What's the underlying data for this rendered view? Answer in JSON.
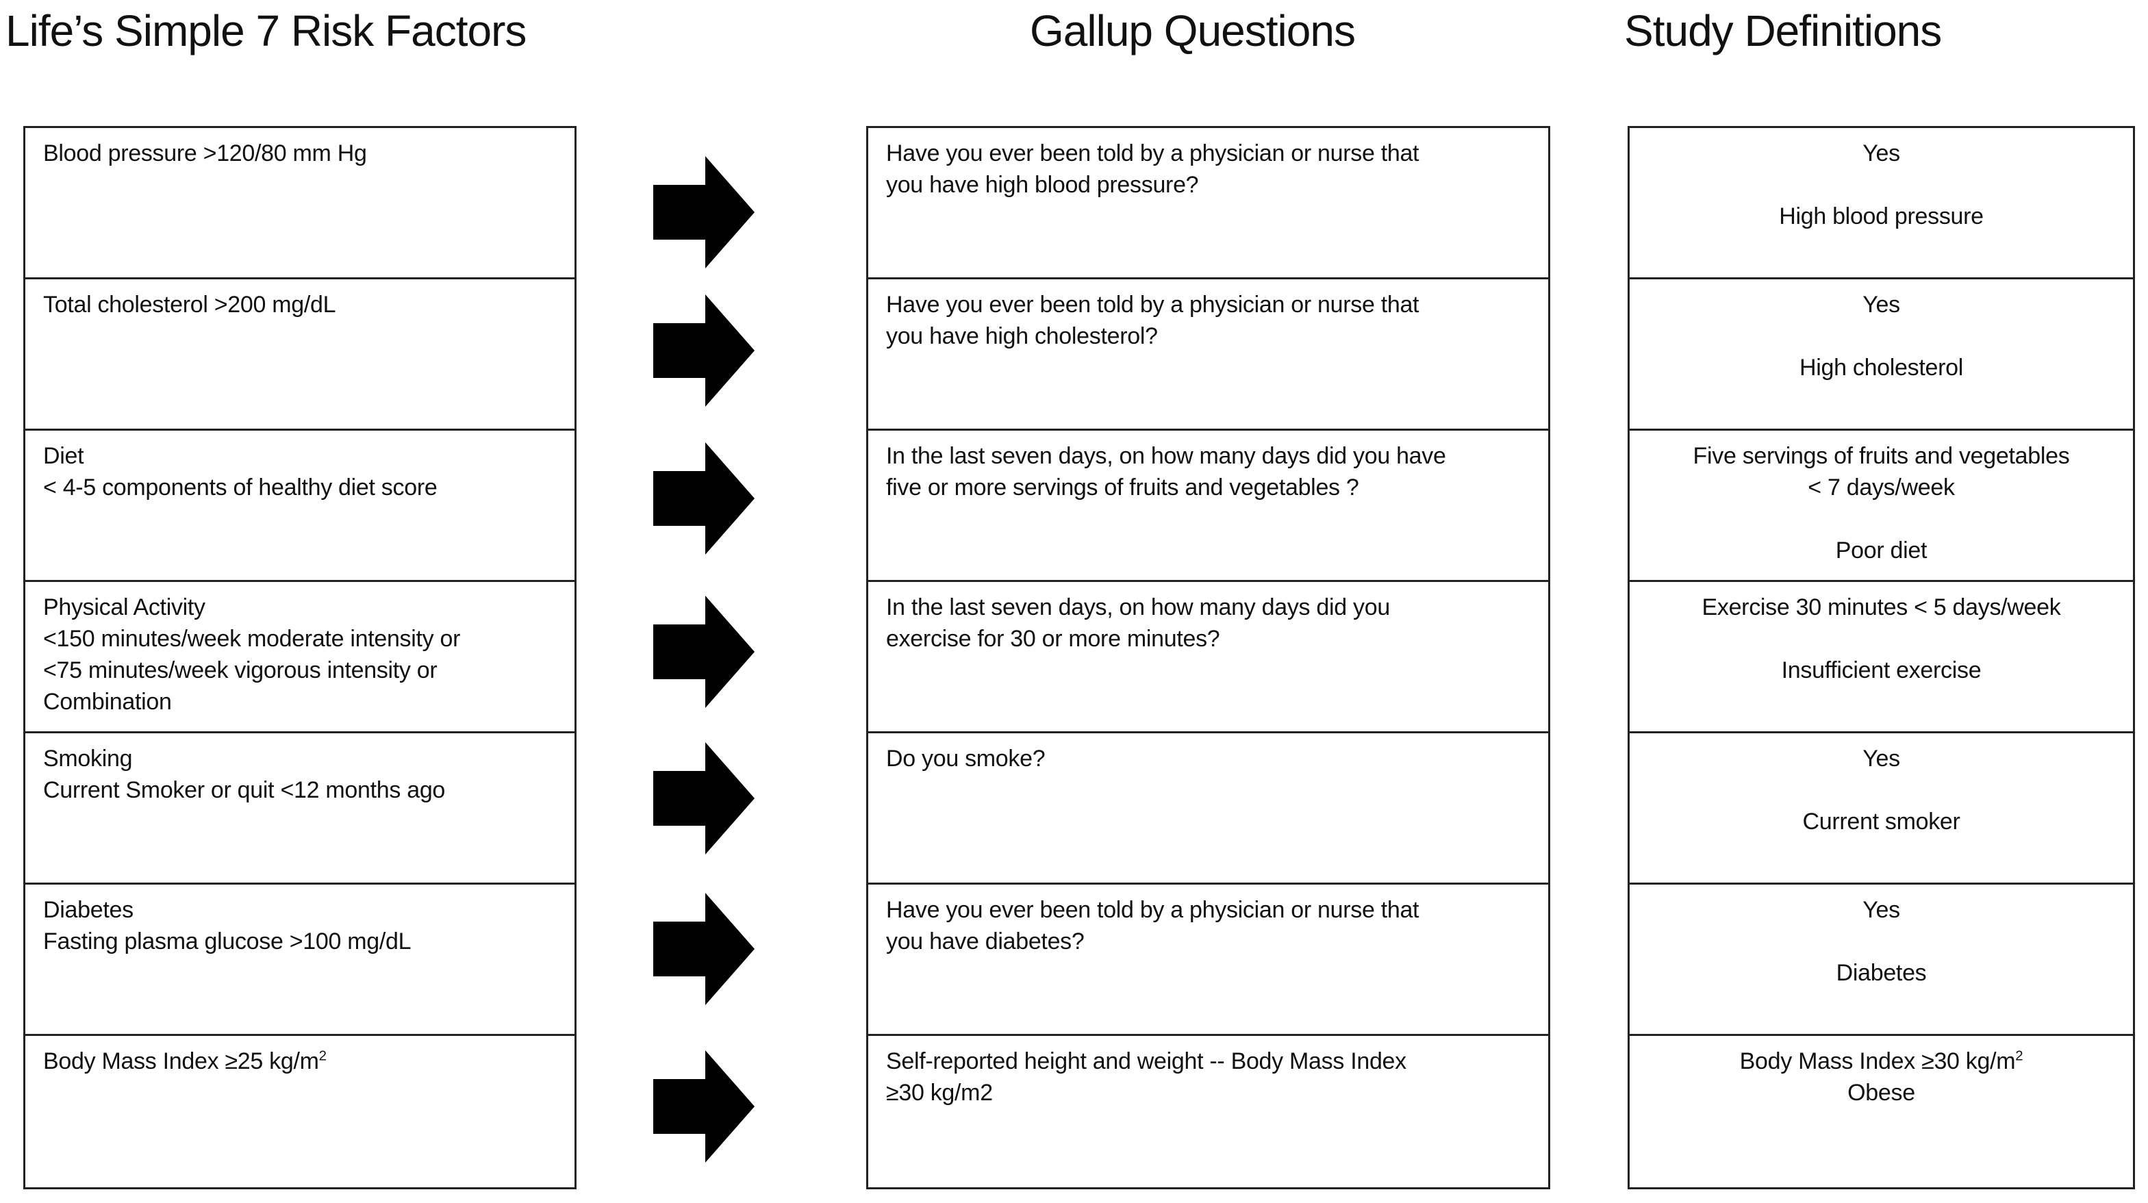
{
  "headings": {
    "risk_factors": "Life’s Simple 7 Risk Factors",
    "gallup": "Gallup Questions",
    "study": "Study Definitions"
  },
  "risk_factors": [
    {
      "lines": [
        "Blood pressure  >120/80 mm Hg"
      ]
    },
    {
      "lines": [
        "Total cholesterol  >200 mg/dL"
      ]
    },
    {
      "lines": [
        "Diet",
        "< 4-5 components of healthy diet score"
      ]
    },
    {
      "lines": [
        "Physical Activity",
        "<150 minutes/week moderate intensity or",
        "<75 minutes/week vigorous intensity or",
        "Combination"
      ]
    },
    {
      "lines": [
        "Smoking",
        "Current Smoker or quit <12 months ago"
      ]
    },
    {
      "lines": [
        "Diabetes",
        "Fasting plasma glucose >100 mg/dL"
      ]
    },
    {
      "lines": [
        "Body Mass Index ≥25 kg/m"
      ],
      "sup": "2"
    }
  ],
  "gallup_questions": [
    {
      "lines": [
        "Have you ever been told by a physician or nurse that",
        "you have high blood pressure?"
      ]
    },
    {
      "lines": [
        "Have you ever been told by a physician or nurse that",
        "you have high cholesterol?"
      ]
    },
    {
      "lines": [
        "In the last seven days, on how many days did you have",
        "five or more servings of fruits and vegetables ?"
      ]
    },
    {
      "lines": [
        "In the last seven days, on how many days did you",
        "exercise for 30 or more minutes?"
      ]
    },
    {
      "lines": [
        "Do you smoke?"
      ]
    },
    {
      "lines": [
        "Have you ever been told by a physician or nurse that",
        "you have diabetes?"
      ]
    },
    {
      "lines": [
        "Self-reported height and weight -- Body Mass Index",
        "≥30 kg/m2"
      ]
    }
  ],
  "study_definitions": [
    {
      "lines": [
        "Yes",
        "",
        "High blood pressure"
      ]
    },
    {
      "lines": [
        "Yes",
        "",
        "High cholesterol"
      ]
    },
    {
      "lines": [
        "Five servings of fruits and vegetables",
        "< 7 days/week",
        "",
        "Poor diet"
      ]
    },
    {
      "lines": [
        "Exercise 30 minutes < 5 days/week",
        "",
        "Insufficient exercise"
      ]
    },
    {
      "lines": [
        "Yes",
        "",
        "Current smoker"
      ]
    },
    {
      "lines": [
        "Yes",
        "",
        "Diabetes"
      ]
    },
    {
      "lines": [
        "Body Mass Index ≥30 kg/m",
        "Obese"
      ],
      "sup": "2"
    }
  ],
  "arrow_icon": "right-arrow",
  "colors": {
    "text": "#111111",
    "border": "#222222",
    "arrow": "#000000"
  }
}
